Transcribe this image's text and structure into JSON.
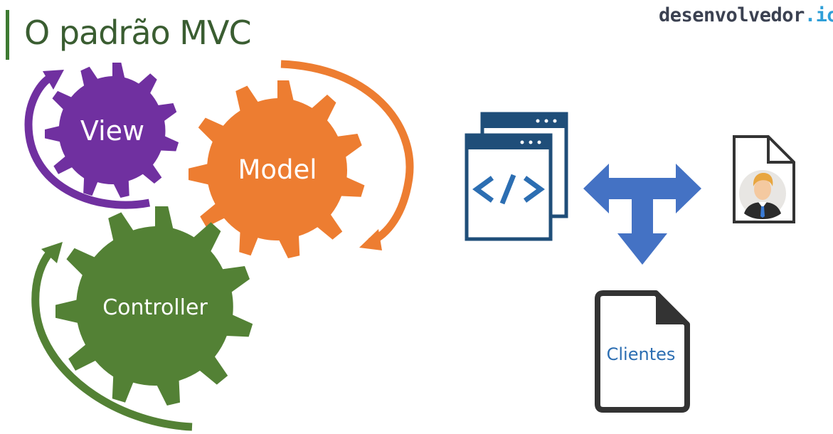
{
  "title": "O padrão MVC",
  "brand": {
    "name": "desenvolvedor",
    "tld": ".io"
  },
  "gears": {
    "view": {
      "label": "View",
      "color": "#7030a0"
    },
    "model": {
      "label": "Model",
      "color": "#ed7d31"
    },
    "controller": {
      "label": "Controller",
      "color": "#538135"
    }
  },
  "icons": {
    "code_windows": "code-windows-icon",
    "arrows": "three-way-arrow-icon",
    "profile_document": "profile-document-icon",
    "clients_document": "document-icon"
  },
  "clients_document": {
    "label": "Clientes"
  },
  "colors": {
    "title": "#3a5d31",
    "accent_bar": "#3e7a32",
    "blue": "#4472c4",
    "dark_blue": "#1f4e79",
    "document_outline": "#333333"
  }
}
